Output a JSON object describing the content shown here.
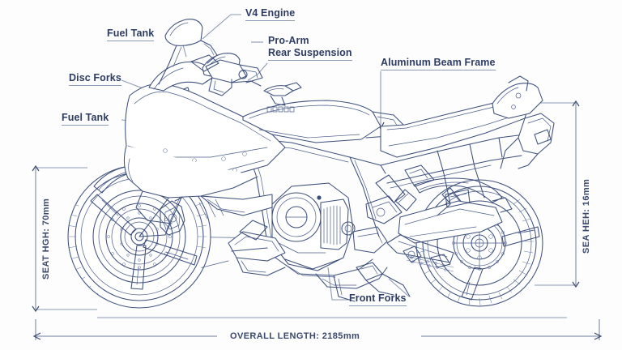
{
  "diagram": {
    "subject": "Honda VFR sport motorcycle side-view blueprint",
    "brand_logo": "honda-wing-logo",
    "line_color": "#3d4f7c",
    "text_color": "#2d3c63",
    "underline_color": "#8d9ab5",
    "background_color": "#fdfdfd"
  },
  "callouts": [
    {
      "name": "v4-engine",
      "label": "V4 Engine"
    },
    {
      "name": "fuel-tank-upper",
      "label": "Fuel Tank"
    },
    {
      "name": "pro-arm-rear-suspension",
      "label_line1": "Pro-Arm",
      "label_line2": "Rear Suspension"
    },
    {
      "name": "aluminum-beam-frame",
      "label": "Aluminum Beam Frame"
    },
    {
      "name": "disc-forks",
      "label": "Disc Forks"
    },
    {
      "name": "fuel-tank-lower",
      "label": "Fuel Tank"
    },
    {
      "name": "front-forks",
      "label": "Front Forks"
    }
  ],
  "dimensions": {
    "seat_height_left": "SEAT HGH: 70mm",
    "seat_height_right": "SEA HEH: 16mm",
    "overall_length": "OVERALL LENGTH: 2185mm"
  }
}
